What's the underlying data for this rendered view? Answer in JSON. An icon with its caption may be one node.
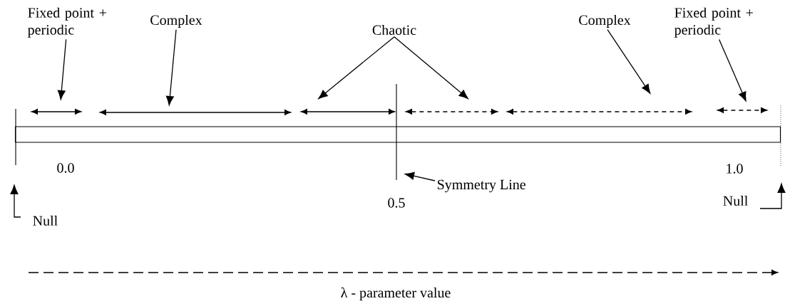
{
  "diagram": {
    "nodes": [
      {
        "text": [
          "Fixed point + periodic"
        ]
      },
      {
        "text": [
          "Complex"
        ]
      },
      {
        "text": [
          "Chaotic"
        ]
      },
      {
        "text": [
          "Complex"
        ]
      },
      {
        "text": [
          "Fixed point + periodic"
        ]
      },
      {
        "text": [
          "Symmetry Line"
        ]
      },
      {
        "text": [
          "Null"
        ]
      },
      {
        "text": [
          "Null"
        ]
      },
      {
        "text": [],
        "shape": "bar"
      }
    ],
    "edges": [
      {
        "from": 0,
        "to": null,
        "arrow": "to"
      },
      {
        "from": 1,
        "to": null,
        "arrow": "to"
      },
      {
        "from": 2,
        "to": null,
        "arrow": "to"
      },
      {
        "from": 2,
        "to": null,
        "arrow": "to"
      },
      {
        "from": 3,
        "to": null,
        "arrow": "to"
      },
      {
        "from": 4,
        "to": null,
        "arrow": "to"
      },
      {
        "from": 5,
        "to": null,
        "arrow": "to"
      },
      {
        "from": 6,
        "to": null,
        "arrow": "to"
      },
      {
        "from": 7,
        "to": null,
        "arrow": "to"
      }
    ],
    "labels": [
      "0.0",
      "0.5",
      "1.0",
      "λ - parameter value"
    ]
  }
}
